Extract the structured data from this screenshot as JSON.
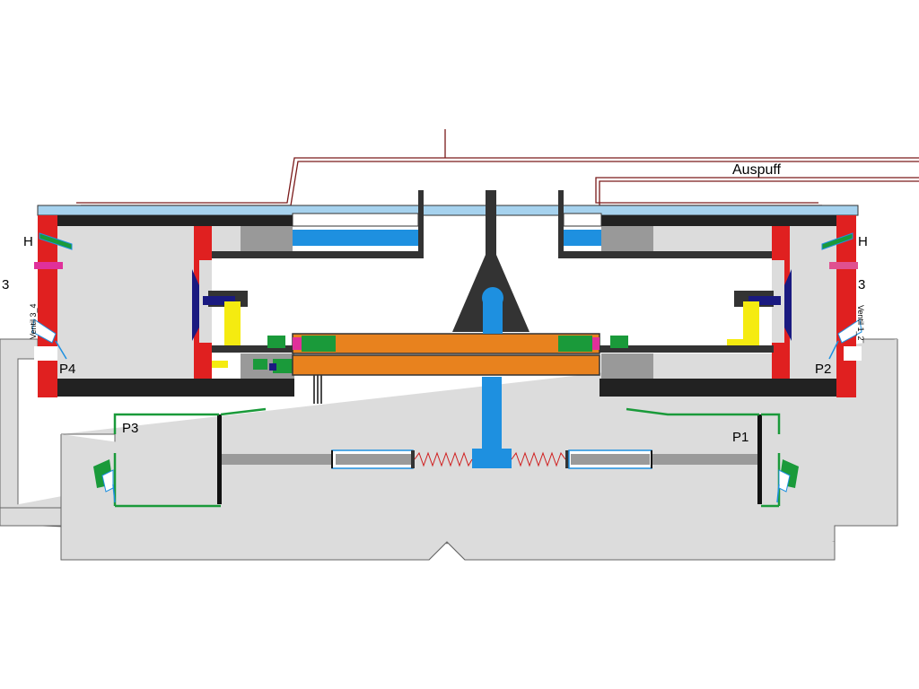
{
  "labels": {
    "exhaust": "Auspuff",
    "valve_left": "H",
    "valve_right": "H",
    "chamber_left": "3",
    "chamber_right": "3",
    "vent_left": "Ventil 3_4",
    "vent_right": "Ventil 1_2",
    "port_p1": "P1",
    "port_p2": "P2",
    "port_p3": "P3",
    "port_p4": "P4"
  },
  "colors": {
    "housing": "#333333",
    "cylinder_wall": "#e02020",
    "chamber_fill": "#dcdcdc",
    "cover_plate": "#a6d2ee",
    "piston_rod": "#1e90e0",
    "main_piston": "#e8821e",
    "seal_green": "#1a9a3a",
    "yellow_part": "#f5eb10",
    "exhaust_line": "#7a1a1a"
  }
}
